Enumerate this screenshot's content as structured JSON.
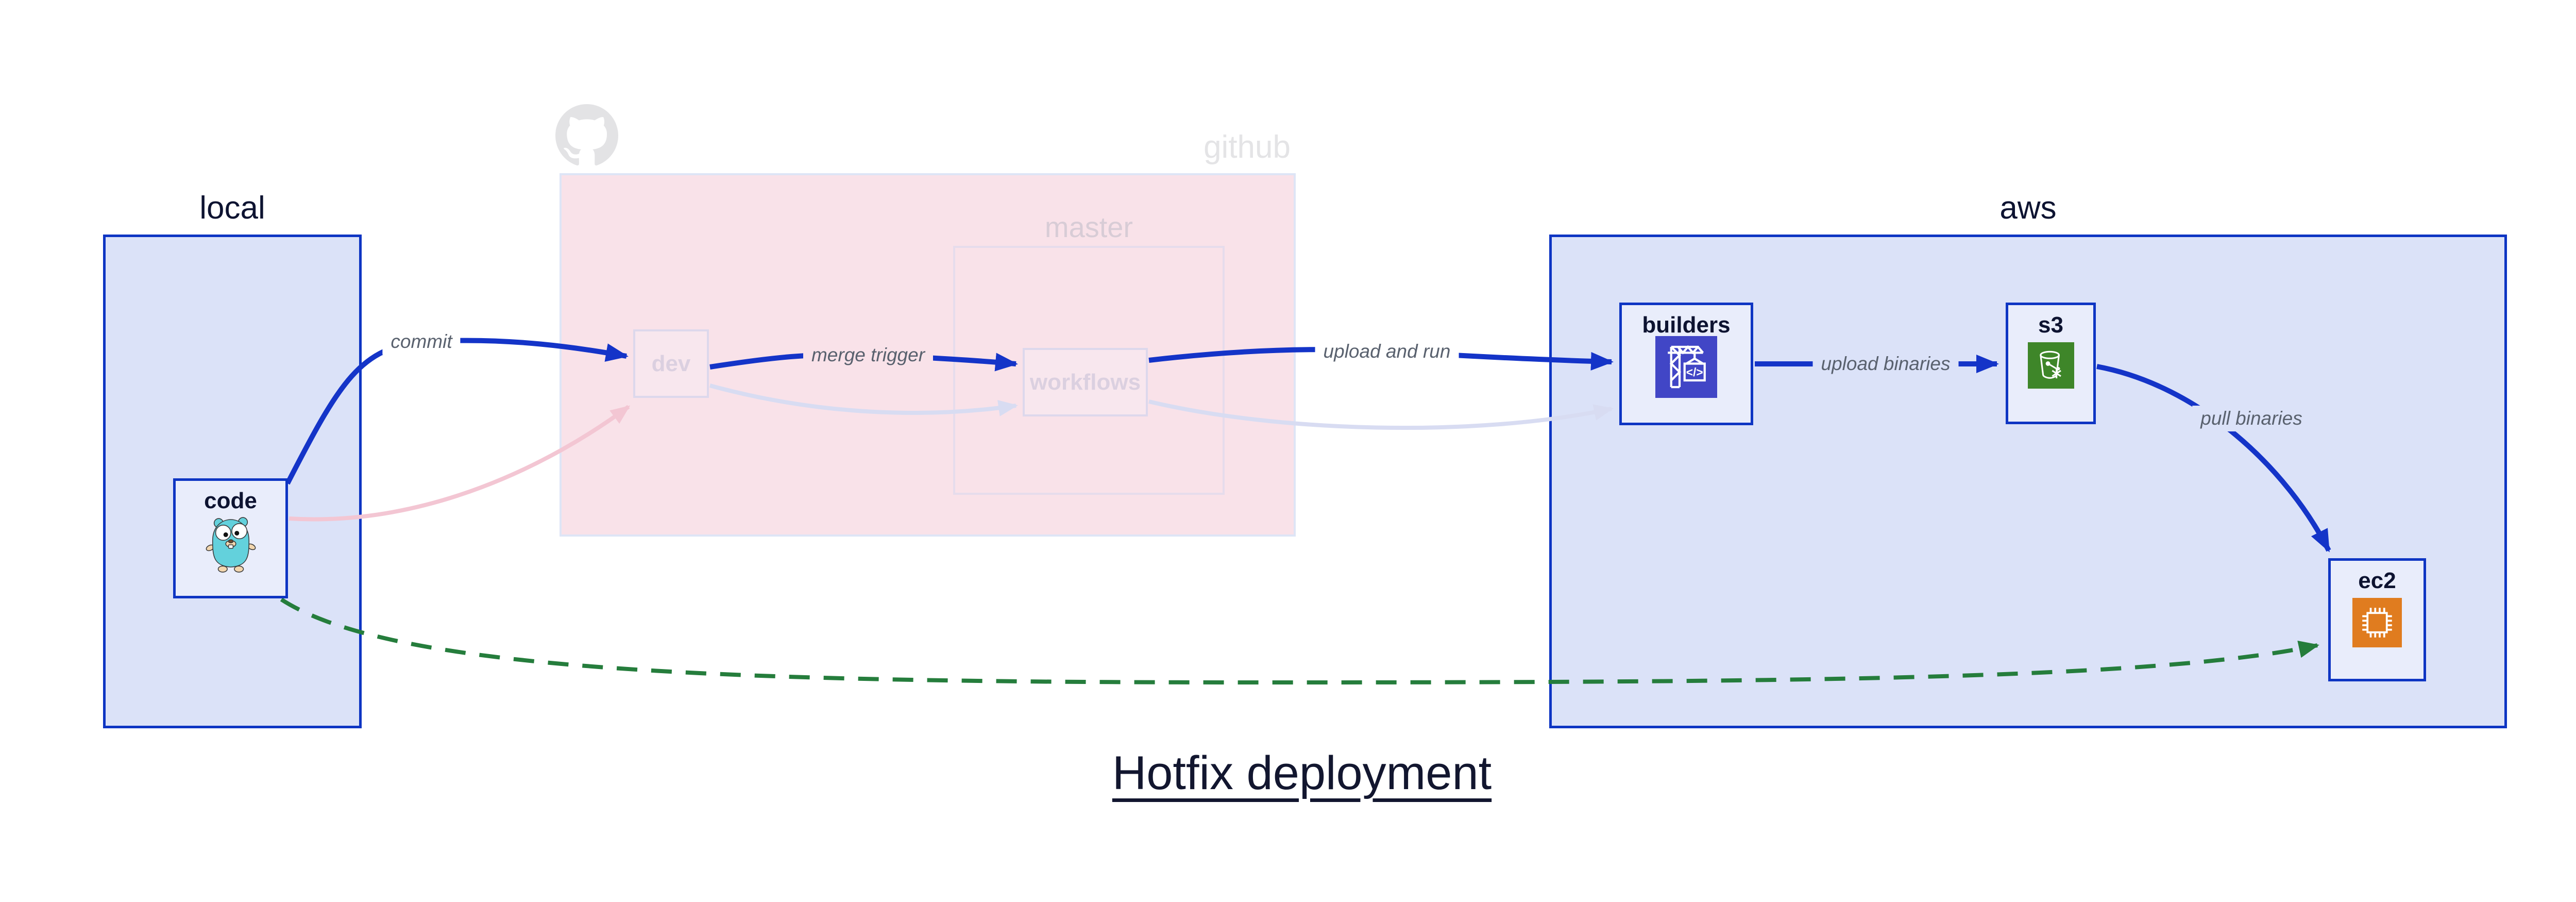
{
  "title": "Hotfix deployment",
  "containers": {
    "local": {
      "label": "local"
    },
    "github": {
      "label": "github",
      "master": {
        "label": "master"
      }
    },
    "aws": {
      "label": "aws"
    }
  },
  "nodes": {
    "code": {
      "label": "code",
      "icon": "go-gopher-icon"
    },
    "dev": {
      "label": "dev"
    },
    "workflows": {
      "label": "workflows"
    },
    "builders": {
      "label": "builders",
      "icon": "codebuild-crane-icon"
    },
    "s3": {
      "label": "s3",
      "icon": "s3-glacier-bucket-icon"
    },
    "ec2": {
      "label": "ec2",
      "icon": "ec2-chip-icon"
    }
  },
  "edges": {
    "commit": {
      "label": "commit",
      "style": "solid-blue"
    },
    "merge_trigger": {
      "label": "merge trigger",
      "style": "solid-blue"
    },
    "upload_and_run": {
      "label": "upload and run",
      "style": "solid-blue"
    },
    "upload_binaries": {
      "label": "upload binaries",
      "style": "solid-blue"
    },
    "pull_binaries": {
      "label": "pull binaries",
      "style": "solid-blue"
    },
    "code_to_dev_faded": {
      "label": "",
      "style": "faded-pink"
    },
    "dev_to_workflows_faded": {
      "label": "",
      "style": "faded-lavender"
    },
    "workflows_to_builders_faded": {
      "label": "",
      "style": "faded-lavender"
    },
    "hotfix_shortcut": {
      "label": "",
      "style": "dashed-green"
    }
  },
  "icons": {
    "github": "github-octocat-icon"
  },
  "colors": {
    "blue_border": "#0e35c3",
    "blue_arrow": "#1434c8",
    "blue_fill": "#dbe2f8",
    "node_fill": "#e9edfb",
    "pink_fill": "#f9e2e9",
    "pink_node_fill": "#f8e7ee",
    "faded_border": "#ddd8ec",
    "github_border": "#dee5f6",
    "faded_pink_arrow": "#f3c6d3",
    "faded_lavender_arrow": "#d8dcf2",
    "green_arrow": "#257d3c",
    "navy_text": "#0d1331",
    "faded_text": "#dbd0e0",
    "faded_gray_text": "#e4e4e6",
    "master_text": "#d8ccd6",
    "edge_label_text": "#59616e",
    "codebuild_bg": "#4146c6",
    "s3_bg": "#3e8629",
    "ec2_bg": "#e07c1f",
    "octocat": "#e3e3e5"
  }
}
